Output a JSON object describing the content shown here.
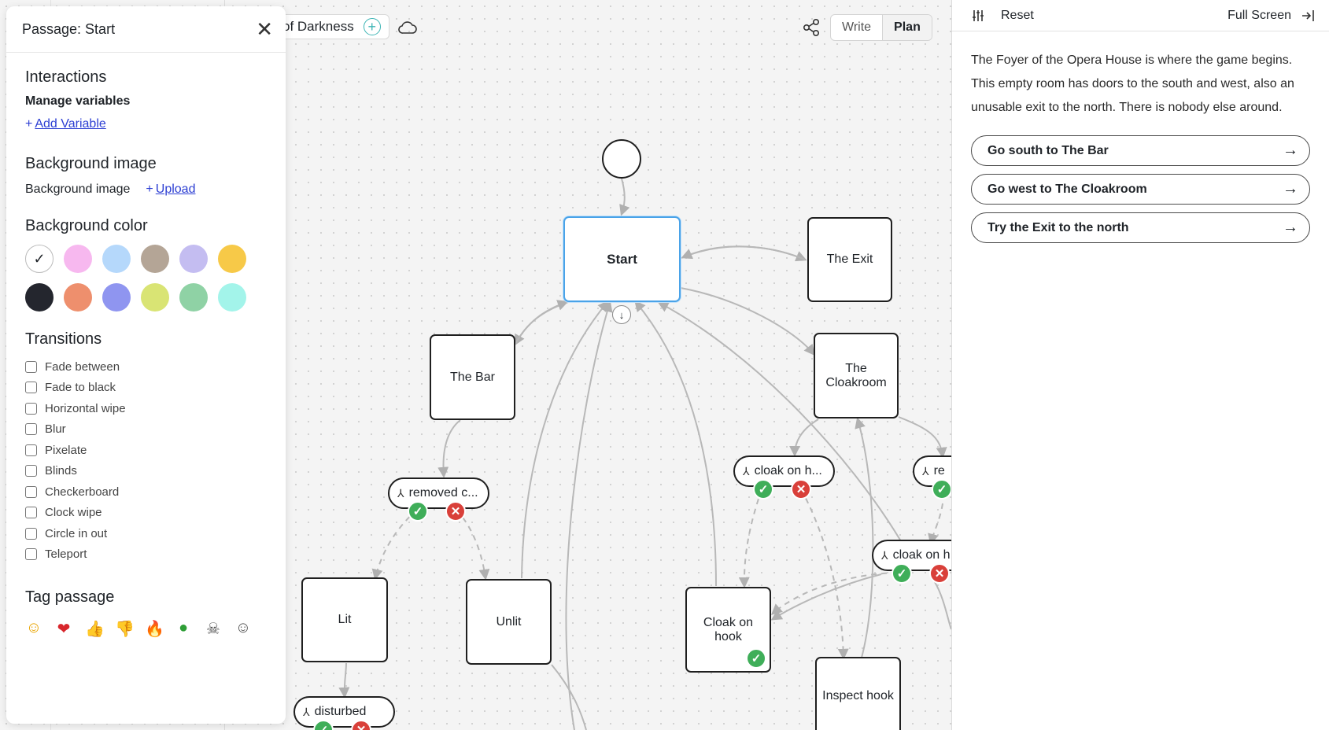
{
  "canvas": {
    "story_title": "of Darkness",
    "mode_write": "Write",
    "mode_plan": "Plan",
    "nodes": {
      "start": "Start",
      "exit": "The Exit",
      "bar": "The Bar",
      "cloakroom": "The Cloakroom",
      "lit": "Lit",
      "unlit": "Unlit",
      "cloak_on_hook": "Cloak on hook",
      "inspect_hook": "Inspect hook"
    },
    "conditions": {
      "removed": "removed c...",
      "cloak1": "cloak on h...",
      "re": "re",
      "cloak2": "cloak on h",
      "disturbed": "disturbed"
    }
  },
  "left_panel": {
    "title": "Passage: Start",
    "interactions_title": "Interactions",
    "manage_variables": "Manage variables",
    "add_variable": "Add Variable",
    "bg_image_title": "Background image",
    "bg_image_label": "Background image",
    "upload": "Upload",
    "bg_color_title": "Background color",
    "colors": [
      "#ffffff",
      "#f7b8ef",
      "#b5d8fb",
      "#b4a596",
      "#c4bdf1",
      "#f7c948",
      "#24262e",
      "#ee8f6d",
      "#8f95f0",
      "#d9e474",
      "#8fd2a5",
      "#a3f4ea"
    ],
    "transitions_title": "Transitions",
    "transitions": [
      "Fade between",
      "Fade to black",
      "Horizontal wipe",
      "Blur",
      "Pixelate",
      "Blinds",
      "Checkerboard",
      "Clock wipe",
      "Circle in out",
      "Teleport"
    ],
    "tag_title": "Tag passage",
    "tags": [
      "☺",
      "❤",
      "👍",
      "👎",
      "🔥",
      "●",
      "☠",
      "☺"
    ]
  },
  "right_panel": {
    "reset": "Reset",
    "full_screen": "Full Screen",
    "text": "The Foyer of the Opera House is where the game begins. This empty room has doors to the south and west, also an unusable exit to the north. There is nobody else around.",
    "choices": [
      "Go south to The Bar",
      "Go west to The Cloakroom",
      "Try the Exit to the north"
    ]
  }
}
